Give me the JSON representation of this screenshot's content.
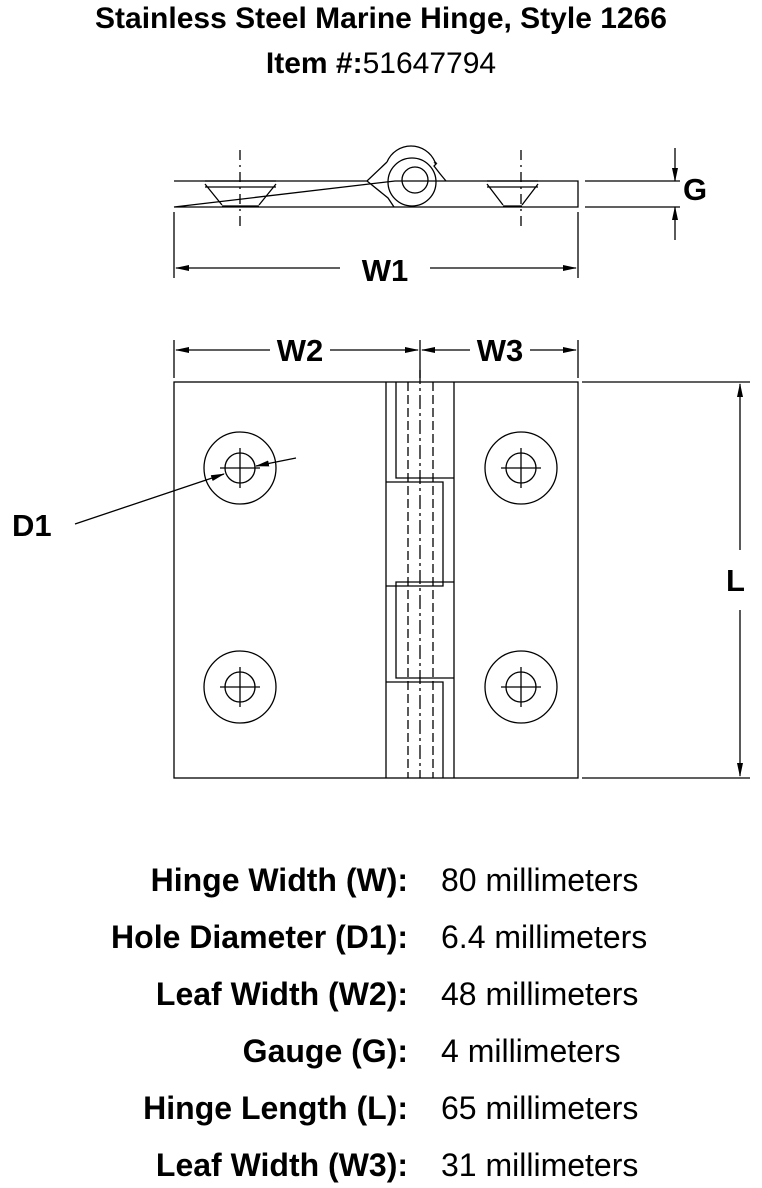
{
  "title": "Stainless Steel Marine Hinge, Style 1266",
  "item": {
    "label": "Item #:",
    "number": "51647794"
  },
  "diagram": {
    "labels": {
      "g": "G",
      "w1": "W1",
      "w2": "W2",
      "w3": "W3",
      "d1": "D1",
      "l": "L"
    }
  },
  "specs": [
    {
      "label": "Hinge Width (W):",
      "value": "80 millimeters"
    },
    {
      "label": "Hole Diameter (D1):",
      "value": "6.4 millimeters"
    },
    {
      "label": "Leaf Width (W2):",
      "value": "48 millimeters"
    },
    {
      "label": "Gauge (G):",
      "value": "4 millimeters"
    },
    {
      "label": "Hinge Length (L):",
      "value": "65 millimeters"
    },
    {
      "label": "Leaf Width (W3):",
      "value": "31 millimeters"
    }
  ]
}
